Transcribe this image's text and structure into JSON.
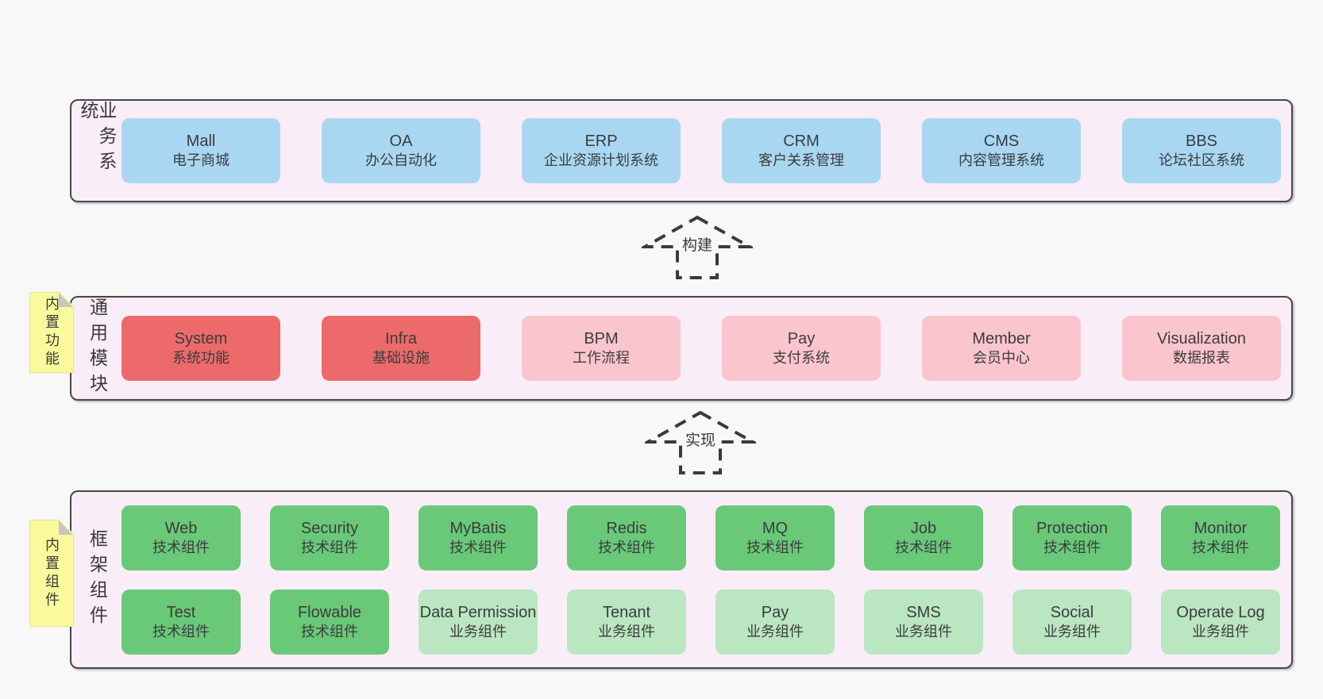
{
  "colors": {
    "page_background": "#f8f8f8",
    "container_background": "#f9edf7",
    "container_border": "#474747",
    "box_blue": "#a9d7f2",
    "box_red": "#ed6a6a",
    "box_pink": "#fbc5ce",
    "box_green_dark": "#69c979",
    "box_green_light": "#bae6c1",
    "sticky_yellow": "#fafa9c",
    "sticky_fold_gray": "#c6c6c6",
    "text": "#3c3c3c"
  },
  "arrows": {
    "build": "构建",
    "implement": "实现"
  },
  "layers": {
    "business": {
      "label": "业务系统",
      "boxes": [
        {
          "name": "Mall",
          "desc": "电子商城"
        },
        {
          "name": "OA",
          "desc": "办公自动化"
        },
        {
          "name": "ERP",
          "desc": "企业资源计划系统"
        },
        {
          "name": "CRM",
          "desc": "客户关系管理"
        },
        {
          "name": "CMS",
          "desc": "内容管理系统"
        },
        {
          "name": "BBS",
          "desc": "论坛社区系统"
        }
      ]
    },
    "modules": {
      "label": "通用模块",
      "sticky": "内置功能",
      "boxes": [
        {
          "name": "System",
          "desc": "系统功能"
        },
        {
          "name": "Infra",
          "desc": "基础设施"
        },
        {
          "name": "BPM",
          "desc": "工作流程"
        },
        {
          "name": "Pay",
          "desc": "支付系统"
        },
        {
          "name": "Member",
          "desc": "会员中心"
        },
        {
          "name": "Visualization",
          "desc": "数据报表"
        }
      ]
    },
    "framework": {
      "label": "框架组件",
      "sticky": "内置组件",
      "row1": [
        {
          "name": "Web",
          "desc": "技术组件"
        },
        {
          "name": "Security",
          "desc": "技术组件"
        },
        {
          "name": "MyBatis",
          "desc": "技术组件"
        },
        {
          "name": "Redis",
          "desc": "技术组件"
        },
        {
          "name": "MQ",
          "desc": "技术组件"
        },
        {
          "name": "Job",
          "desc": "技术组件"
        },
        {
          "name": "Protection",
          "desc": "技术组件"
        },
        {
          "name": "Monitor",
          "desc": "技术组件"
        }
      ],
      "row2": [
        {
          "name": "Test",
          "desc": "技术组件"
        },
        {
          "name": "Flowable",
          "desc": "技术组件"
        },
        {
          "name": "Data Permission",
          "desc": "业务组件"
        },
        {
          "name": "Tenant",
          "desc": "业务组件"
        },
        {
          "name": "Pay",
          "desc": "业务组件"
        },
        {
          "name": "SMS",
          "desc": "业务组件"
        },
        {
          "name": "Social",
          "desc": "业务组件"
        },
        {
          "name": "Operate Log",
          "desc": "业务组件"
        }
      ]
    }
  }
}
